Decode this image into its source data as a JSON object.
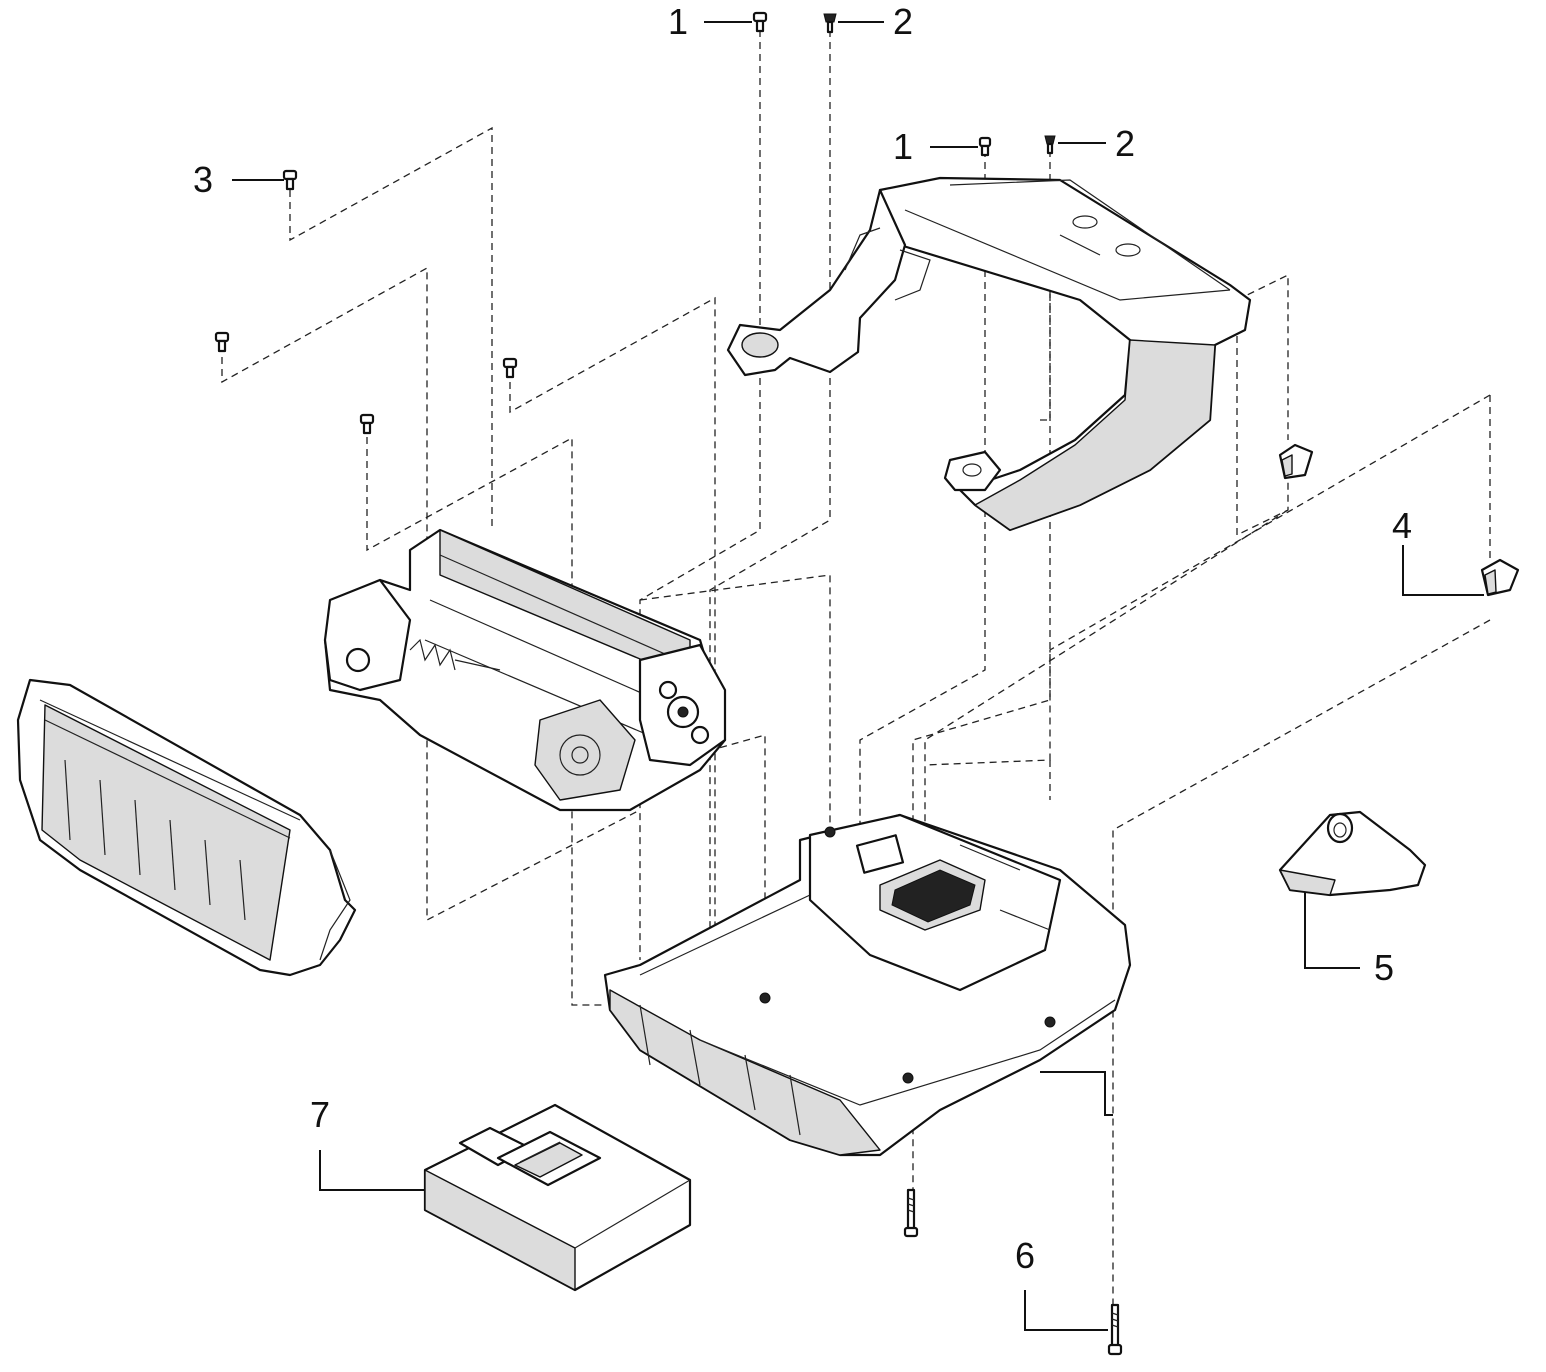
{
  "figure": {
    "callouts": [
      {
        "id": "c1a",
        "label": "1"
      },
      {
        "id": "c2a",
        "label": "2"
      },
      {
        "id": "c1b",
        "label": "1"
      },
      {
        "id": "c2b",
        "label": "2"
      },
      {
        "id": "c3",
        "label": "3"
      },
      {
        "id": "c4",
        "label": "4"
      },
      {
        "id": "c5",
        "label": "5"
      },
      {
        "id": "c6",
        "label": "6"
      },
      {
        "id": "c7",
        "label": "7"
      }
    ]
  },
  "colors": {
    "line": "#111111",
    "shade": "#dcdcdc",
    "background": "#ffffff"
  }
}
